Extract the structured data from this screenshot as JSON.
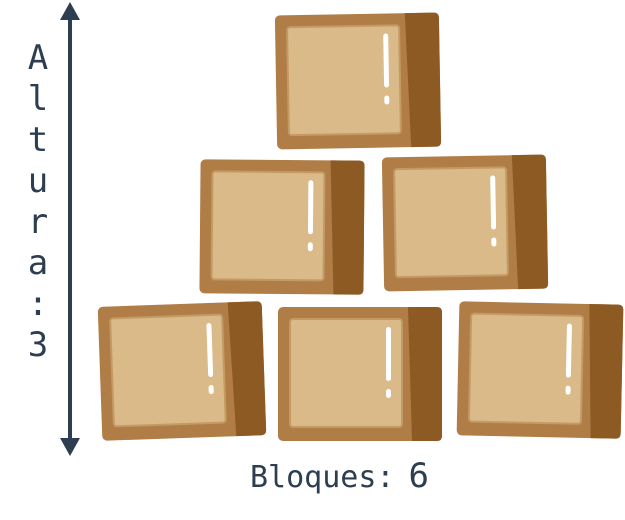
{
  "diagram": {
    "height_label": "Altura:3",
    "blocks_label": "Bloques:",
    "blocks_count": "6",
    "colors": {
      "arrow": "#2d3e50",
      "text": "#2d3e50",
      "block_outer": "#b07d46",
      "block_side": "#8e5a24",
      "block_face": "#d9ba88",
      "block_face_border": "#c49a64",
      "highlight": "#ffffff"
    },
    "rows": [
      {
        "name": "top",
        "blocks": 1
      },
      {
        "name": "middle",
        "blocks": 2
      },
      {
        "name": "bottom",
        "blocks": 3
      }
    ]
  }
}
